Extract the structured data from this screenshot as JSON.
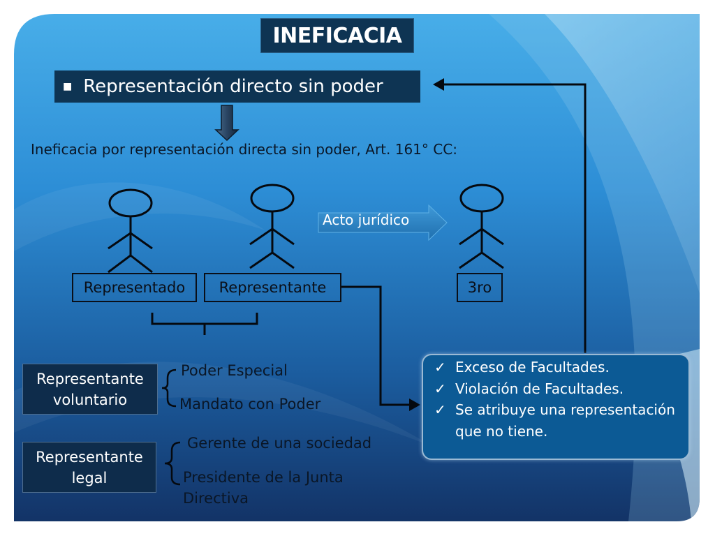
{
  "title": "INEFICACIA",
  "subtitle": "Representación directo sin poder",
  "heading": "Ineficacia por representación directa sin poder, Art. 161° CC:",
  "act_label": "Acto jurídico",
  "roles": {
    "represented": "Representado",
    "representative": "Representante",
    "third": "3ro"
  },
  "types": {
    "voluntary": {
      "label_line1": "Representante",
      "label_line2": "voluntario",
      "options": [
        "Poder Especial",
        "Mandato con Poder"
      ]
    },
    "legal": {
      "label_line1": "Representante",
      "label_line2": "legal",
      "options": [
        "Gerente de una sociedad",
        "Presidente de la Junta",
        "Directiva"
      ]
    }
  },
  "consequences": [
    "Exceso de  Facultades.",
    "Violación de Facultades.",
    "Se atribuye una representación que no tiene."
  ],
  "icons": {
    "bullet": "square-bullet-icon",
    "check": "check-icon",
    "person": "stick-figure-icon"
  },
  "colors": {
    "dark_box": "#0e3453",
    "consequence_box": "#0c5a95",
    "line": "#05090f"
  }
}
